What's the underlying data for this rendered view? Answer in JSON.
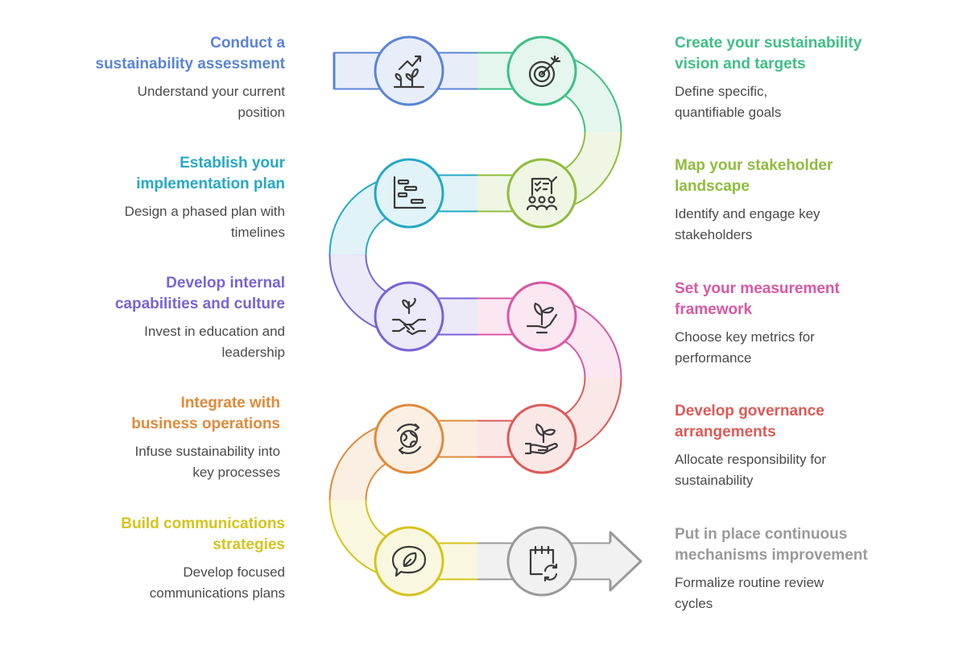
{
  "steps": [
    {
      "title": "Conduct a sustainability assessment",
      "title_lines": [
        "Conduct a",
        "sustainability assessment"
      ],
      "desc_lines": [
        "Understand your current",
        "position"
      ],
      "color": "#5b84d4",
      "icon": "growth-chart-plant-icon"
    },
    {
      "title": "Create your sustainability vision and targets",
      "title_lines": [
        "Create your sustainability",
        "vision and targets"
      ],
      "desc_lines": [
        "Define specific,",
        "quantifiable goals"
      ],
      "color": "#3fbf86",
      "icon": "target-arrow-icon"
    },
    {
      "title": "Map your stakeholder landscape",
      "title_lines": [
        "Map your stakeholder",
        "landscape"
      ],
      "desc_lines": [
        "Identify and engage key",
        "stakeholders"
      ],
      "color": "#8fbd3e",
      "icon": "checklist-people-icon"
    },
    {
      "title": "Establish your implementation plan",
      "title_lines": [
        "Establish your",
        "implementation plan"
      ],
      "desc_lines": [
        "Design a phased plan with",
        "timelines"
      ],
      "color": "#26a8c6",
      "icon": "gantt-chart-icon"
    },
    {
      "title": "Develop internal capabilities and culture",
      "title_lines": [
        "Develop internal",
        "capabilities and culture"
      ],
      "desc_lines": [
        "Invest in education and",
        "leadership"
      ],
      "color": "#7a63d4",
      "icon": "handshake-plant-icon"
    },
    {
      "title": "Set your measurement framework",
      "title_lines": [
        "Set your measurement",
        "framework"
      ],
      "desc_lines": [
        "Choose key metrics for",
        "performance"
      ],
      "color": "#d957a3",
      "icon": "plant-hand-icon"
    },
    {
      "title": "Develop governance arrangements",
      "title_lines": [
        "Develop governance",
        "arrangements"
      ],
      "desc_lines": [
        "Allocate responsibility for",
        "sustainability"
      ],
      "color": "#dd5a57",
      "icon": "hand-sprout-icon"
    },
    {
      "title": "Integrate with business operations",
      "title_lines": [
        "Integrate with",
        "business operations"
      ],
      "desc_lines": [
        "Infuse sustainability into",
        "key processes"
      ],
      "color": "#e08a3a",
      "icon": "globe-cycle-icon"
    },
    {
      "title": "Build communications strategies",
      "title_lines": [
        "Build communications",
        "strategies"
      ],
      "desc_lines": [
        "Develop focused",
        "communications plans"
      ],
      "color": "#d4c41e",
      "icon": "speech-bubble-leaf-icon"
    },
    {
      "title": "Put in place continuous mechanisms improvement",
      "title_lines": [
        "Put in place continuous",
        "mechanisms improvement"
      ],
      "desc_lines": [
        "Formalize routine review",
        "cycles"
      ],
      "color": "#9a9a9a",
      "icon": "calendar-refresh-icon"
    }
  ]
}
